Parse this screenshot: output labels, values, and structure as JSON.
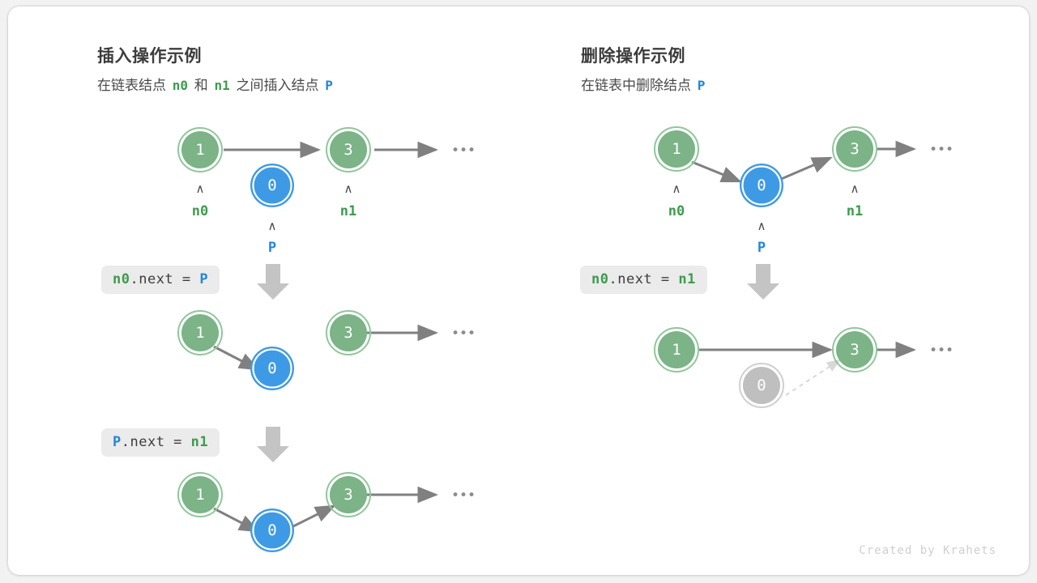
{
  "colors": {
    "node_green_fill": "#7cb387",
    "node_green_ring": "#8fc79b",
    "node_blue_fill": "#3e9ae5",
    "node_blue_ring": "#3e9ae5",
    "node_gray_fill": "#bfbfbf",
    "node_gray_ring": "#cfcfcf",
    "arrow": "#808080",
    "arrow_faded": "#d8d8d8",
    "label_green": "#3e9b4f",
    "label_blue": "#1f87dd",
    "chip_bg": "#ebebeb",
    "page_bg": "#f2f2f2",
    "card_bg": "#ffffff"
  },
  "left_panel": {
    "title": "插入操作示例",
    "subtitle": {
      "part1": "在链表结点",
      "n0": "n0",
      "part2": "和",
      "n1": "n1",
      "part3": "之间插入结点",
      "p": "P"
    },
    "steps": [
      {
        "id": "insert-step-0",
        "code": null,
        "nodes": [
          {
            "name": "node-n0",
            "value": "1",
            "style": "green",
            "label": "n0",
            "label_color": "green"
          },
          {
            "name": "node-p",
            "value": "0",
            "style": "blue",
            "label": "P",
            "label_color": "blue"
          },
          {
            "name": "node-n1",
            "value": "3",
            "style": "green",
            "label": "n1",
            "label_color": "green"
          }
        ],
        "ellipsis": "•••"
      },
      {
        "id": "insert-step-1",
        "code": {
          "tokens": [
            {
              "t": "n0",
              "c": "green"
            },
            {
              "t": ".next = ",
              "c": "plain"
            },
            {
              "t": "P",
              "c": "blue"
            }
          ]
        },
        "nodes": [
          {
            "name": "node-n0",
            "value": "1",
            "style": "green"
          },
          {
            "name": "node-p",
            "value": "0",
            "style": "blue"
          },
          {
            "name": "node-n1",
            "value": "3",
            "style": "green"
          }
        ],
        "ellipsis": "•••"
      },
      {
        "id": "insert-step-2",
        "code": {
          "tokens": [
            {
              "t": "P",
              "c": "blue"
            },
            {
              "t": ".next = ",
              "c": "plain"
            },
            {
              "t": "n1",
              "c": "green"
            }
          ]
        },
        "nodes": [
          {
            "name": "node-n0",
            "value": "1",
            "style": "green"
          },
          {
            "name": "node-p",
            "value": "0",
            "style": "blue"
          },
          {
            "name": "node-n1",
            "value": "3",
            "style": "green"
          }
        ],
        "ellipsis": "•••"
      }
    ]
  },
  "right_panel": {
    "title": "删除操作示例",
    "subtitle": {
      "part1": "在链表中删除结点",
      "p": "P"
    },
    "steps": [
      {
        "id": "delete-step-0",
        "code": null,
        "nodes": [
          {
            "name": "node-n0",
            "value": "1",
            "style": "green",
            "label": "n0",
            "label_color": "green"
          },
          {
            "name": "node-p",
            "value": "0",
            "style": "blue",
            "label": "P",
            "label_color": "blue"
          },
          {
            "name": "node-n1",
            "value": "3",
            "style": "green",
            "label": "n1",
            "label_color": "green"
          }
        ],
        "ellipsis": "•••"
      },
      {
        "id": "delete-step-1",
        "code": {
          "tokens": [
            {
              "t": "n0",
              "c": "green"
            },
            {
              "t": ".next = ",
              "c": "plain"
            },
            {
              "t": "n1",
              "c": "green"
            }
          ]
        },
        "nodes": [
          {
            "name": "node-n0",
            "value": "1",
            "style": "green"
          },
          {
            "name": "node-p",
            "value": "0",
            "style": "gray"
          },
          {
            "name": "node-n1",
            "value": "3",
            "style": "green"
          }
        ],
        "ellipsis": "•••"
      }
    ]
  },
  "credit": "Created by Krahets"
}
